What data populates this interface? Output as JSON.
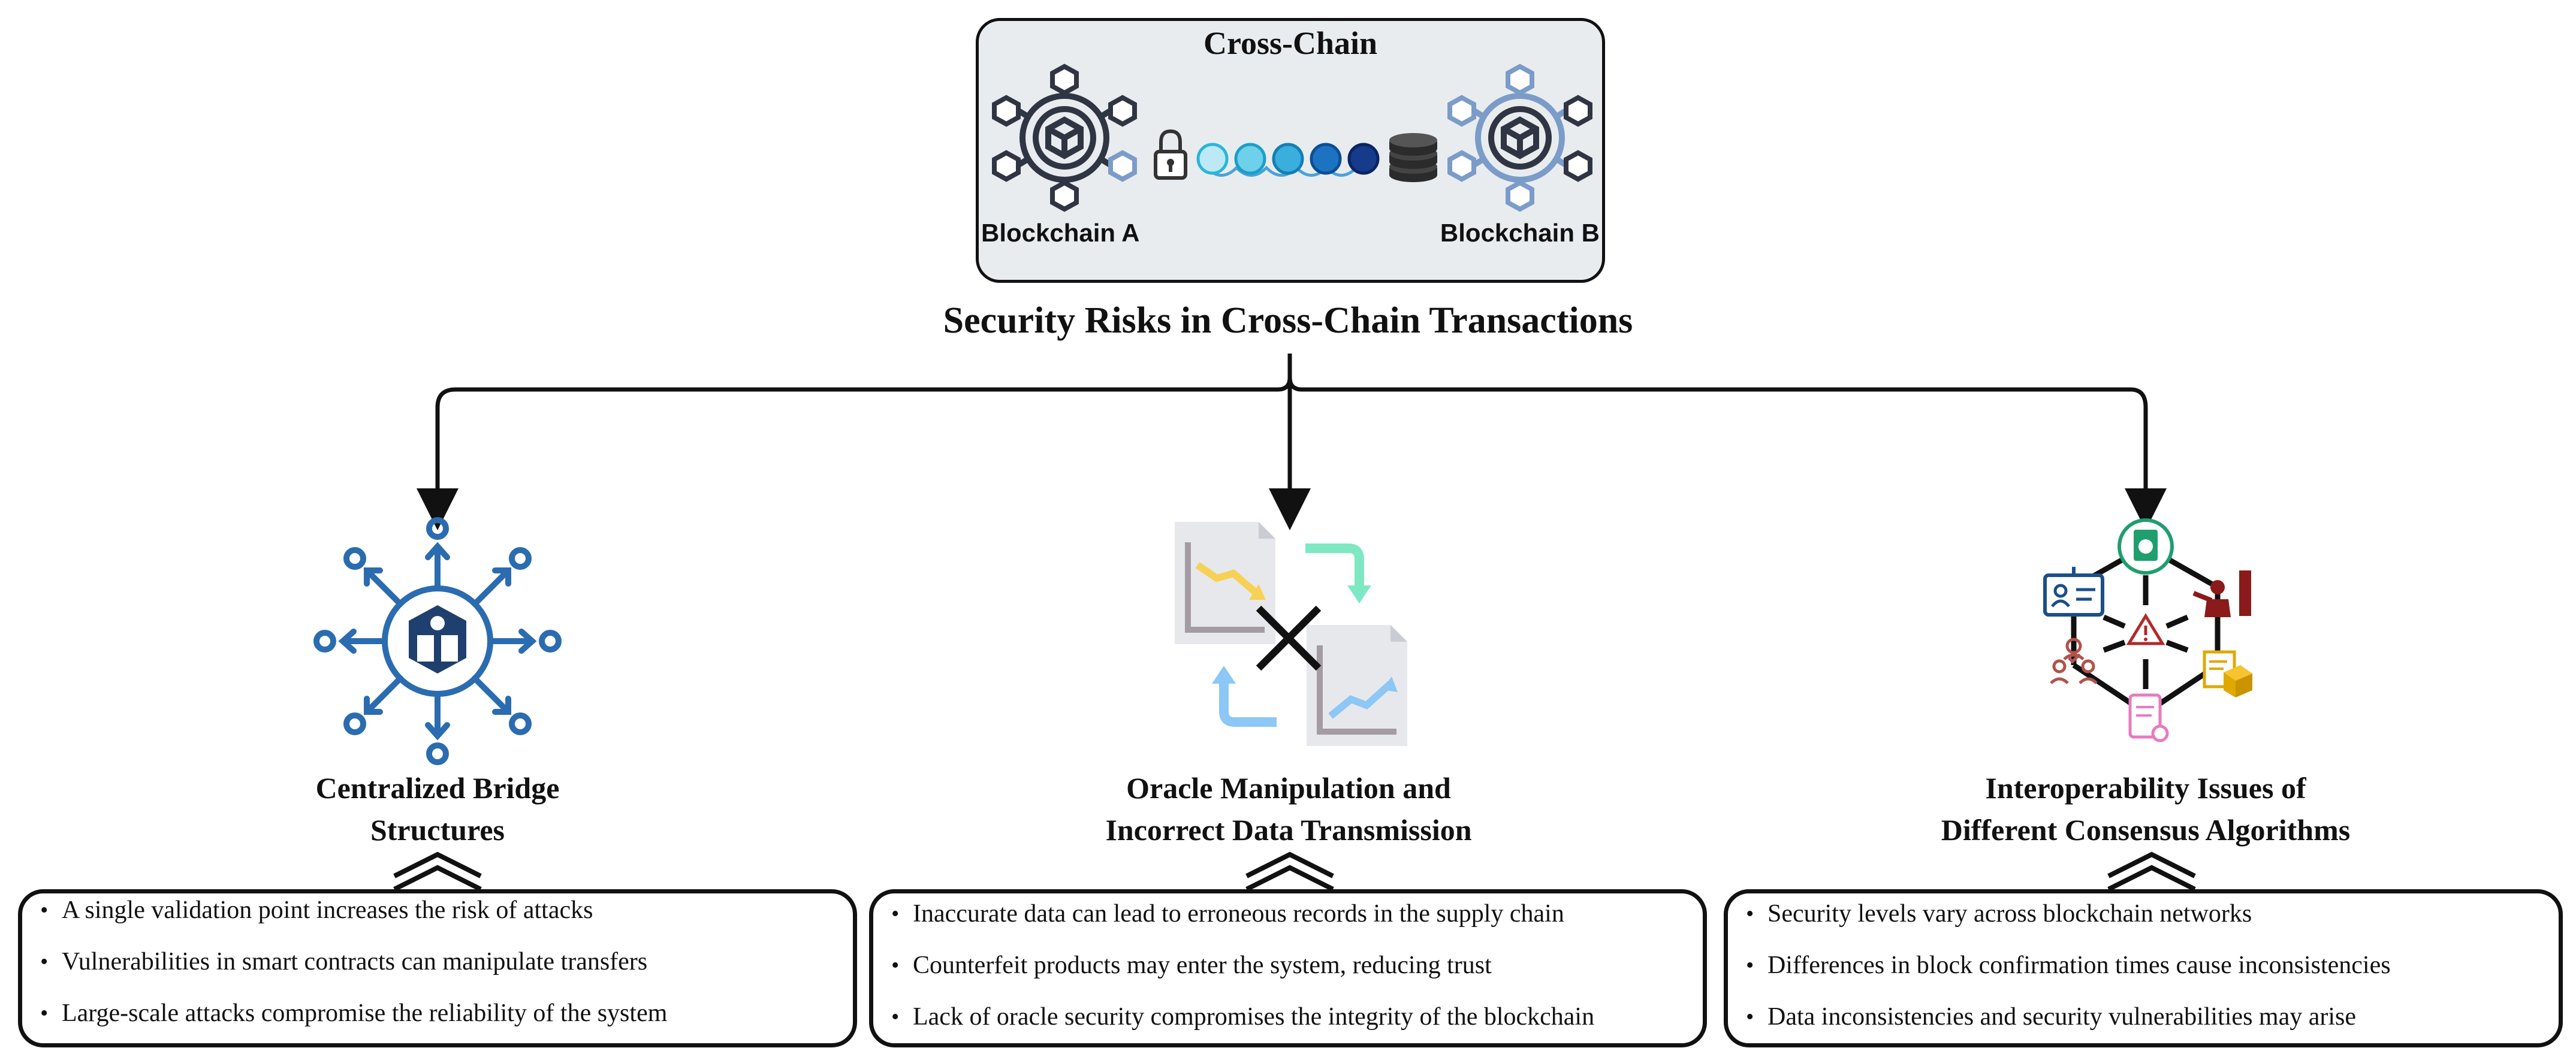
{
  "cross_chain": {
    "title": "Cross-Chain",
    "blockchain_a": "Blockchain A",
    "blockchain_b": "Blockchain B"
  },
  "main_title": "Security Risks in Cross-Chain Transactions",
  "branches": [
    {
      "title_line1": "Centralized Bridge",
      "title_line2": "Structures",
      "points": [
        "A single validation point increases the risk of attacks",
        "Vulnerabilities in smart contracts can manipulate transfers",
        "Large-scale attacks compromise the reliability of the system"
      ]
    },
    {
      "title_line1": "Oracle Manipulation and",
      "title_line2": "Incorrect Data Transmission",
      "points": [
        "Inaccurate data can lead to erroneous records in the supply chain",
        "Counterfeit products may enter the system, reducing trust",
        "Lack of oracle security compromises the integrity of the blockchain"
      ]
    },
    {
      "title_line1": "Interoperability Issues of",
      "title_line2": "Different Consensus Algorithms",
      "points": [
        "Security levels vary across blockchain networks",
        "Differences in block confirmation times cause inconsistencies",
        "Data inconsistencies and security vulnerabilities may arise"
      ]
    }
  ],
  "colors": {
    "bridge_blue": "#2b6cb0",
    "chain_dark": "#2f3542",
    "chain_light": "#7b9cc9",
    "oracle_yellow": "#f7d154",
    "oracle_green": "#7ee8c2",
    "oracle_blue": "#8cc7f5",
    "interop_green": "#1f9e6e",
    "interop_red": "#8b1a1a",
    "interop_gold": "#e0a800",
    "interop_pink": "#e87bbf",
    "interop_brown": "#b0524b",
    "interop_navy": "#1b4f8a"
  }
}
